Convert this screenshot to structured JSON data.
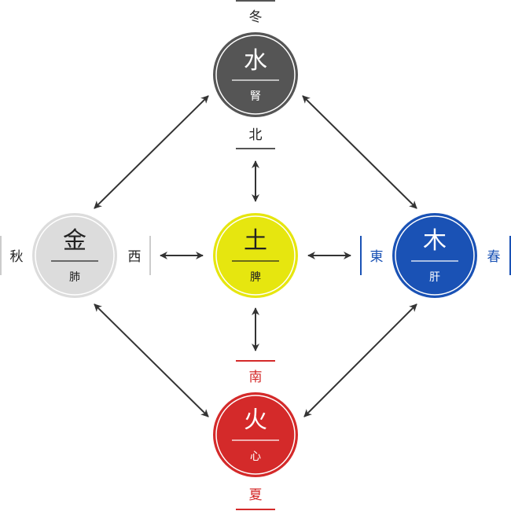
{
  "title": "Five Elements (五行) correspondence diagram",
  "colors": {
    "arrow": "#333333",
    "water": "#555555",
    "metal": "#dcdcdc",
    "earth": "#e6e60f",
    "wood": "#1a52b5",
    "fire": "#d42a2a",
    "metal_bar": "#cccccc",
    "text_dark": "#222222",
    "text_light": "#ffffff"
  },
  "elements": {
    "water": {
      "element": "水",
      "organ": "腎",
      "season": "冬",
      "direction": "北"
    },
    "metal": {
      "element": "金",
      "organ": "肺",
      "season": "秋",
      "direction": "西"
    },
    "earth": {
      "element": "土",
      "organ": "脾"
    },
    "wood": {
      "element": "木",
      "organ": "肝",
      "season": "春",
      "direction": "東"
    },
    "fire": {
      "element": "火",
      "organ": "心",
      "season": "夏",
      "direction": "南"
    }
  },
  "connections": [
    {
      "from": "water",
      "to": "metal",
      "type": "bidirectional"
    },
    {
      "from": "water",
      "to": "wood",
      "type": "bidirectional"
    },
    {
      "from": "metal",
      "to": "fire",
      "type": "bidirectional"
    },
    {
      "from": "wood",
      "to": "fire",
      "type": "bidirectional"
    },
    {
      "from": "earth",
      "to": "water",
      "type": "bidirectional"
    },
    {
      "from": "earth",
      "to": "metal",
      "type": "bidirectional"
    },
    {
      "from": "earth",
      "to": "wood",
      "type": "bidirectional"
    },
    {
      "from": "earth",
      "to": "fire",
      "type": "bidirectional"
    }
  ]
}
